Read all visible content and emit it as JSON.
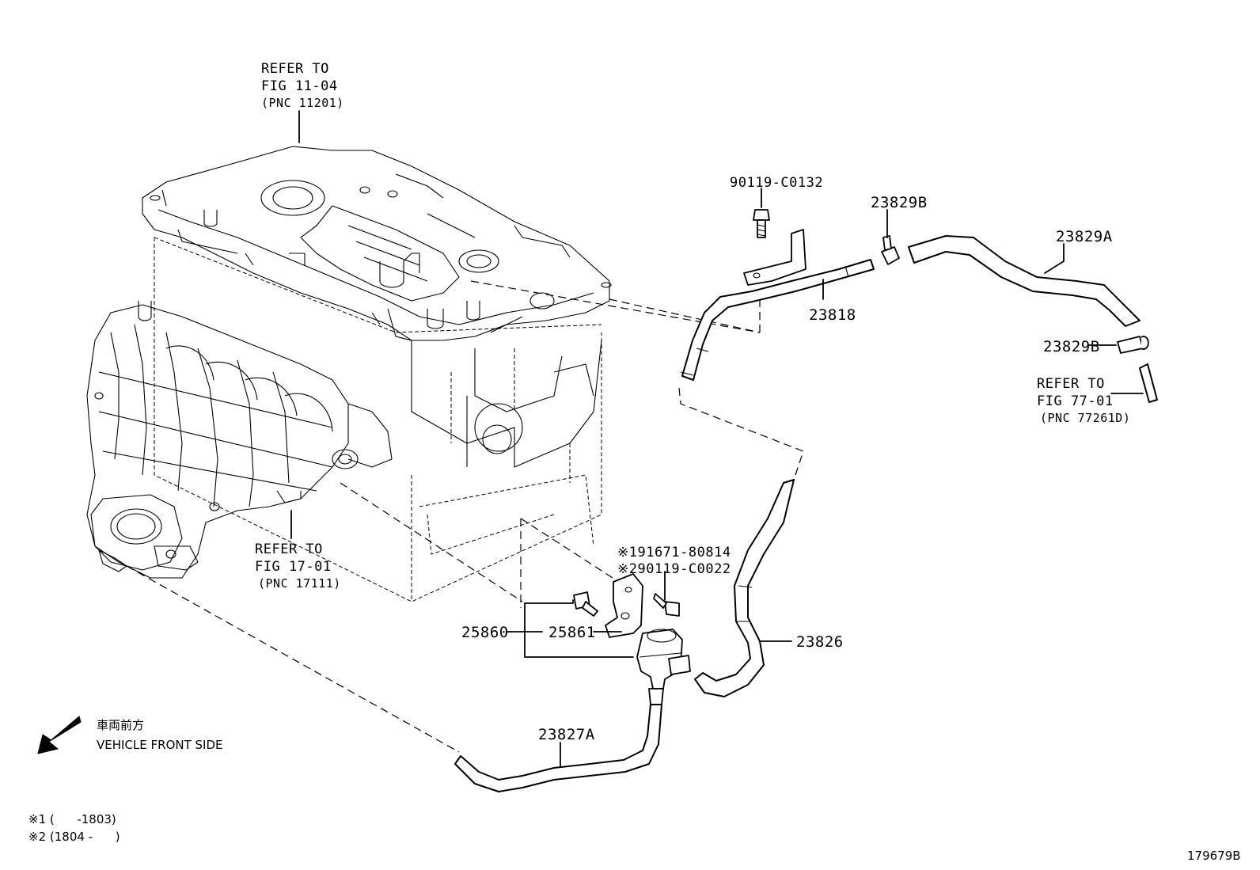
{
  "callouts": {
    "ref_head": {
      "line1": "REFER TO",
      "line2": "FIG 11-04",
      "pnc": "(PNC 11201)"
    },
    "ref_intake": {
      "line1": "REFER TO",
      "line2": "FIG 17-01",
      "pnc": "(PNC 17111)"
    },
    "ref_fig77": {
      "line1": "REFER TO",
      "line2": "FIG 77-01",
      "pnc": "(PNC 77261D)"
    },
    "bolt_top": "90119-C0132",
    "clip_top": "23829B",
    "hose_upper": "23829A",
    "pipe": "23818",
    "clip_side": "23829B",
    "bolt_var1": "※191671-80814",
    "bolt_var2": "※290119-C0022",
    "valve_assy": "25860",
    "valve": "25861",
    "hose_mid": "23826",
    "hose_lower": "23827A"
  },
  "direction": {
    "jp": "車両前方",
    "en": "VEHICLE FRONT SIDE"
  },
  "notes": {
    "n1": "※1 (      -1803)",
    "n2": "※2 (1804 -      )"
  },
  "figure_id": "179679B"
}
